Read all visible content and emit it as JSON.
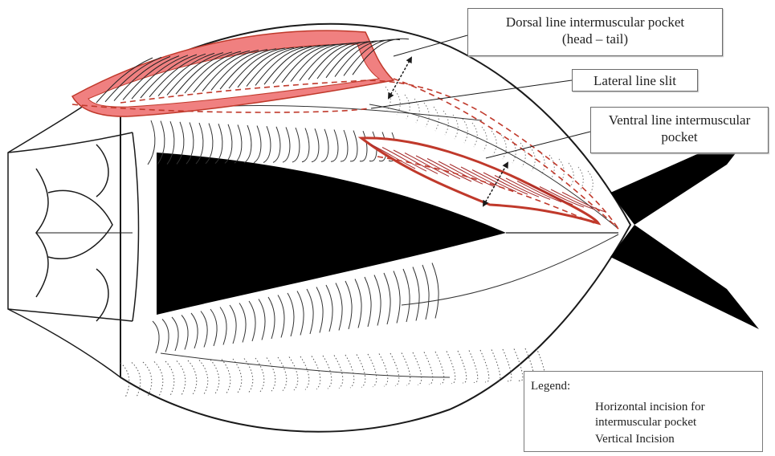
{
  "colors": {
    "outline": "#1a1a1a",
    "pocket_fill": "#f08080",
    "pocket_stroke": "#c0392b",
    "incision": "#c0392b",
    "black_mass": "#000000",
    "fish_body": "#ffffff"
  },
  "callouts": {
    "dorsal_line_1": "Dorsal  line intermuscular pocket",
    "dorsal_line_2": "(head – tail)",
    "lateral": "Lateral line slit",
    "ventral_line_1": "Ventral line intermuscular",
    "ventral_line_2": "pocket"
  },
  "legend": {
    "title": "Legend:",
    "horizontal_line_1": "Horizontal incision for",
    "horizontal_line_2": "intermuscular pocket",
    "vertical": "Vertical Incision"
  },
  "icons": {
    "horizontal_symbol": "double-arrow-icon",
    "vertical_symbol": "dashed-line-icon"
  }
}
